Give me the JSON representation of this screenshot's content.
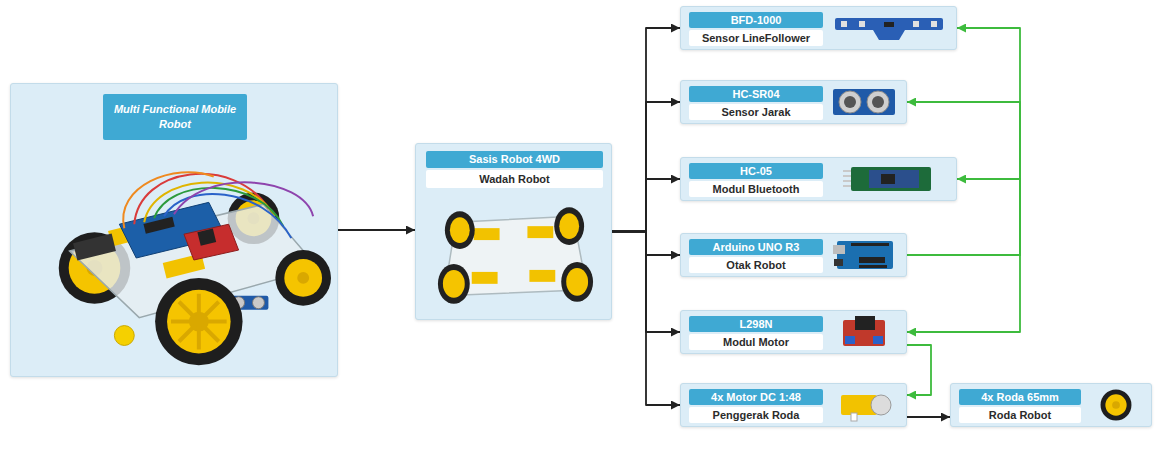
{
  "diagram": {
    "nodes": [
      {
        "text": [
          "Multi Functional Mobile Robot"
        ]
      },
      {
        "text": [
          "Sasis Robot 4WD",
          "Wadah Robot"
        ]
      },
      {
        "text": [
          "BFD-1000",
          "Sensor LineFollower"
        ]
      },
      {
        "text": [
          "HC-SR04",
          "Sensor Jarak"
        ]
      },
      {
        "text": [
          "HC-05",
          "Modul Bluetooth"
        ]
      },
      {
        "text": [
          "Arduino UNO R3",
          "Otak Robot"
        ]
      },
      {
        "text": [
          "L298N",
          "Modul Motor"
        ]
      },
      {
        "text": [
          "4x Motor DC 1:48",
          "Penggerak Roda"
        ]
      },
      {
        "text": [
          "4x Roda 65mm",
          "Roda Robot"
        ]
      }
    ],
    "edges": [
      {
        "from": 0,
        "to": 1,
        "arrow": "to"
      },
      {
        "from": 1,
        "to": 2,
        "arrow": "to"
      },
      {
        "from": 1,
        "to": 3,
        "arrow": "to"
      },
      {
        "from": 1,
        "to": 4,
        "arrow": "to"
      },
      {
        "from": 1,
        "to": 5,
        "arrow": "to"
      },
      {
        "from": 1,
        "to": 6,
        "arrow": "to"
      },
      {
        "from": 1,
        "to": 7,
        "arrow": "to"
      },
      {
        "from": 5,
        "to": 2,
        "arrow": "to"
      },
      {
        "from": 5,
        "to": 3,
        "arrow": "to"
      },
      {
        "from": 5,
        "to": 4,
        "arrow": "to"
      },
      {
        "from": 5,
        "to": 6,
        "arrow": "to"
      },
      {
        "from": 6,
        "to": 7,
        "arrow": "to"
      },
      {
        "from": 7,
        "to": 8,
        "arrow": "to"
      }
    ]
  }
}
